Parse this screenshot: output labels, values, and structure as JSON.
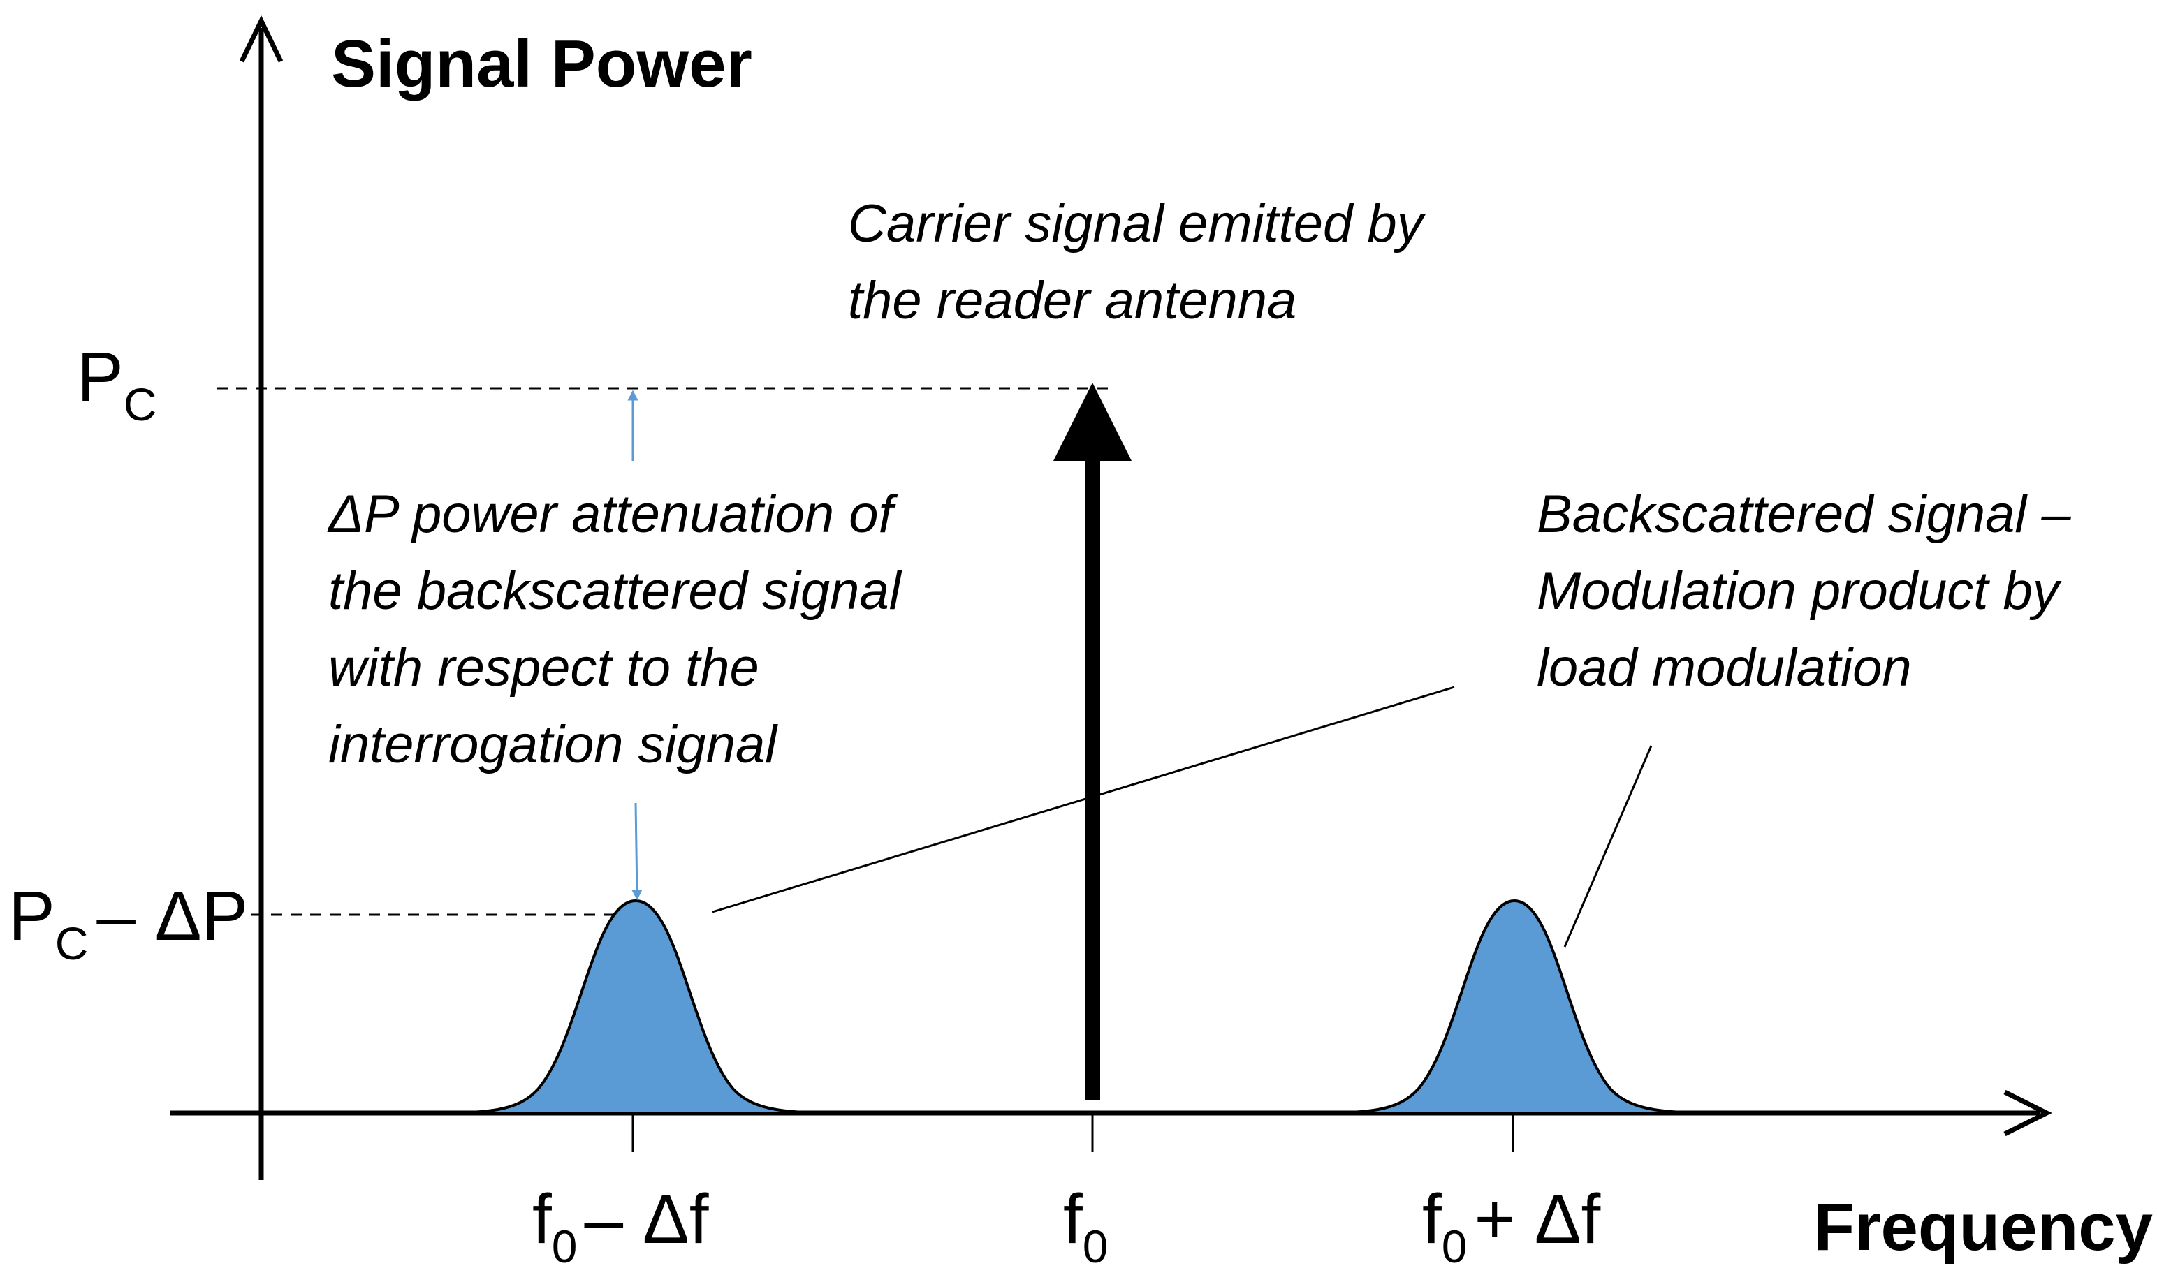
{
  "axes": {
    "y_title": "Signal Power",
    "x_title": "Frequency"
  },
  "y_levels": {
    "carrier_level": {
      "main": "P",
      "sub": "C",
      "rest": ""
    },
    "sideband_level": {
      "main": "P",
      "sub": "C",
      "rest": "– ΔP"
    }
  },
  "x_ticks": {
    "lower": {
      "main": "f",
      "sub": "0",
      "rest": "– Δf"
    },
    "center": {
      "main": "f",
      "sub": "0",
      "rest": ""
    },
    "upper": {
      "main": "f",
      "sub": "0",
      "rest": "+ Δf"
    }
  },
  "annotations": {
    "carrier": [
      "Carrier signal emitted by",
      "the reader antenna"
    ],
    "attenuation": [
      "ΔP power attenuation of",
      "the backscattered signal",
      "with respect to the",
      "interrogation signal"
    ],
    "backscatter": [
      "Backscattered signal –",
      "Modulation product by",
      "load modulation"
    ]
  },
  "colors": {
    "sideband_fill": "#5b9bd5",
    "attenuation_arrow": "#5b9bd5",
    "axis": "#000000"
  }
}
